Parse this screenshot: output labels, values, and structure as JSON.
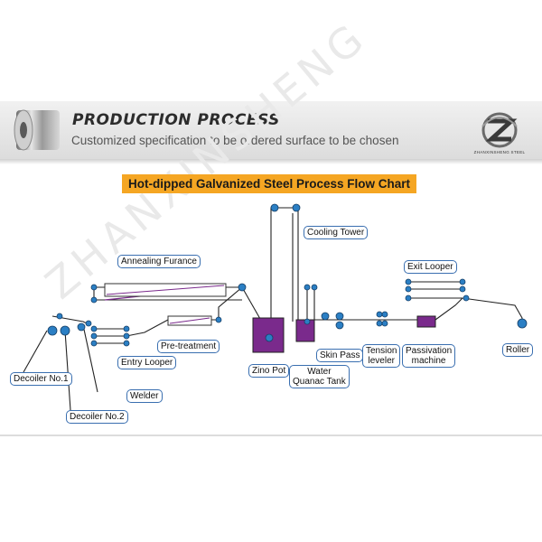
{
  "header": {
    "title": "PRODUCTION PROCESS",
    "subtitle": "Customized specification to be ordered surface to be chosen",
    "logo_caption": "ZHANXINSHENG STEEL"
  },
  "watermark": "ZHANXINSHENG",
  "chart": {
    "title": "Hot-dipped Galvanized Steel Process Flow Chart"
  },
  "labels": {
    "cooling_tower": "Cooling Tower",
    "annealing_furnace": "Annealing Furance",
    "exit_looper": "Exit Looper",
    "pre_treatment": "Pre-treatment",
    "entry_looper": "Entry Looper",
    "skin_pass": "Skin Pass",
    "tension_leveler_1": "Tension",
    "tension_leveler_2": "leveler",
    "passivation_1": "Passivation",
    "passivation_2": "machine",
    "roller": "Roller",
    "zinc_pot": "Zino Pot",
    "water_tank_1": "Water",
    "water_tank_2": "Quanac Tank",
    "decoiler_1": "Decoiler No.1",
    "welder": "Welder",
    "decoiler_2": "Decoiler No.2"
  },
  "colors": {
    "chart_title_bg": "#f5a623",
    "roller": "#2b7fc4",
    "tank": "#7a2a8c",
    "label_border": "#3a6fb0"
  }
}
